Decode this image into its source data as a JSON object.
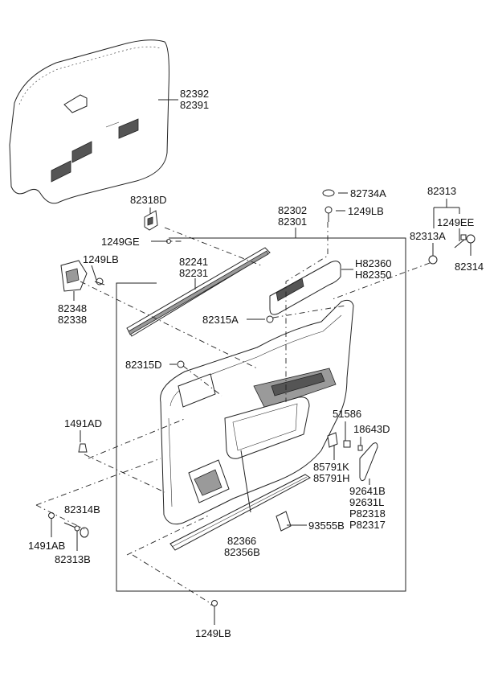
{
  "callouts": {
    "c82392": "82392",
    "c82391": "82391",
    "c82734A": "82734A",
    "c1249LB_top": "1249LB",
    "c82313": "82313",
    "c82318D": "82318D",
    "c82302": "82302",
    "c82301": "82301",
    "c1249EE": "1249EE",
    "c82313A": "82313A",
    "c1249GE": "1249GE",
    "c82314": "82314",
    "c82241": "82241",
    "c82231": "82231",
    "cH82360": "H82360",
    "cH82350": "H82350",
    "c1249LB_left": "1249LB",
    "c82348": "82348",
    "c82338": "82338",
    "c82315A": "82315A",
    "c82315D": "82315D",
    "c51586": "51586",
    "c18643D": "18643D",
    "c1491AD": "1491AD",
    "c85791K": "85791K",
    "c85791H": "85791H",
    "c92641B": "92641B",
    "c92631L": "92631L",
    "cP82318": "P82318",
    "cP82317": "P82317",
    "c82314B": "82314B",
    "c82366": "82366",
    "c82356B": "82356B",
    "c93555B": "93555B",
    "c1491AB": "1491AB",
    "c82313B": "82313B",
    "c1249LB_bottom": "1249LB"
  }
}
